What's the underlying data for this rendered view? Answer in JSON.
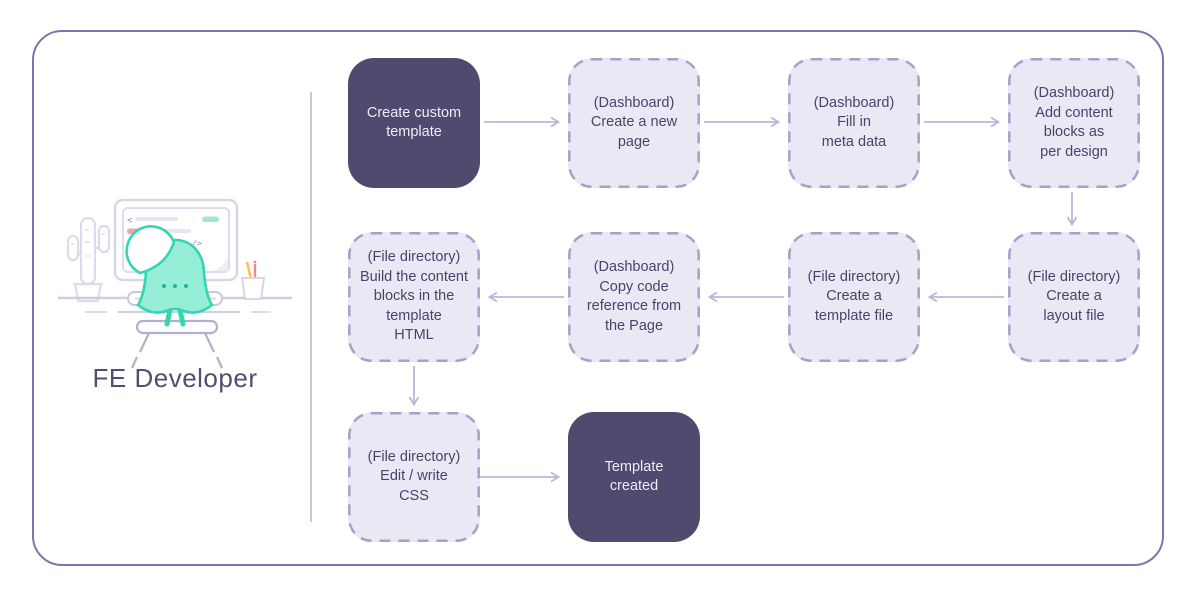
{
  "persona": {
    "label": "FE Developer"
  },
  "flow": {
    "steps": [
      {
        "name": "create-custom-template",
        "label": "Create custom\ntemplate",
        "style": "solid"
      },
      {
        "name": "create-new-page",
        "label": "(Dashboard)\nCreate a new\npage",
        "style": "dashed"
      },
      {
        "name": "fill-in-meta-data",
        "label": "(Dashboard)\nFill in\nmeta data",
        "style": "dashed"
      },
      {
        "name": "add-content-blocks",
        "label": "(Dashboard)\nAdd content\nblocks as\nper design",
        "style": "dashed"
      },
      {
        "name": "create-layout-file",
        "label": "(File directory)\nCreate a\nlayout file",
        "style": "dashed"
      },
      {
        "name": "create-template-file",
        "label": "(File directory)\nCreate a\ntemplate file",
        "style": "dashed"
      },
      {
        "name": "copy-code-reference",
        "label": "(Dashboard)\nCopy code\nreference from\nthe Page",
        "style": "dashed"
      },
      {
        "name": "build-content-blocks",
        "label": "(File directory)\nBuild the content\nblocks in the\ntemplate\nHTML",
        "style": "dashed"
      },
      {
        "name": "edit-write-css",
        "label": "(File directory)\nEdit / write\nCSS",
        "style": "dashed"
      },
      {
        "name": "template-created",
        "label": "Template\ncreated",
        "style": "solid"
      }
    ],
    "edges": [
      {
        "from": "create-custom-template",
        "to": "create-new-page"
      },
      {
        "from": "create-new-page",
        "to": "fill-in-meta-data"
      },
      {
        "from": "fill-in-meta-data",
        "to": "add-content-blocks"
      },
      {
        "from": "add-content-blocks",
        "to": "create-layout-file"
      },
      {
        "from": "create-layout-file",
        "to": "create-template-file"
      },
      {
        "from": "create-template-file",
        "to": "copy-code-reference"
      },
      {
        "from": "copy-code-reference",
        "to": "build-content-blocks"
      },
      {
        "from": "build-content-blocks",
        "to": "edit-write-css"
      },
      {
        "from": "edit-write-css",
        "to": "template-created"
      }
    ]
  },
  "colors": {
    "solid_box": "#4e4b6e",
    "solid_box_text": "#edecf7",
    "dashed_box_fill": "#e9e8f4",
    "dashed_box_border": "#a5a1c9",
    "box_text": "#47456a",
    "arrow": "#bab7da",
    "frame_border": "#7b76ad",
    "divider": "#c9c7dd",
    "mascot_fill": "#97eed6",
    "mascot_stroke": "#33d6b2",
    "persona_text": "#504e73"
  }
}
